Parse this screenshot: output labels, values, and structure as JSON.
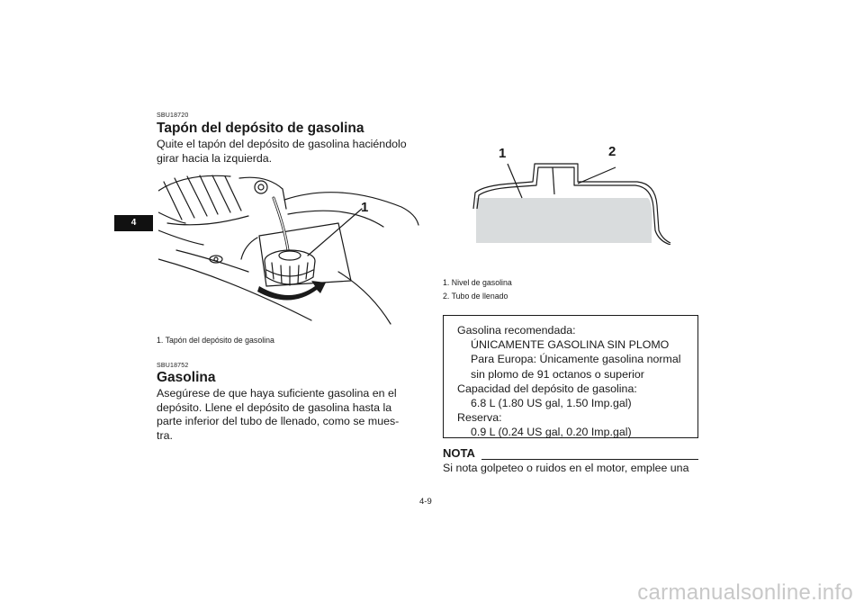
{
  "chapter_tab": "4",
  "section1": {
    "code": "SBU18720",
    "title": "Tapón del depósito de gasolina",
    "body": [
      "Quite el tapón del depósito de gasolina haciéndolo",
      "girar hacia la izquierda."
    ],
    "figure_label": "1",
    "caption": "1.  Tapón del depósito de gasolina"
  },
  "section2": {
    "code": "SBU18752",
    "title": "Gasolina",
    "body": [
      "Asegúrese de que haya suficiente gasolina en el",
      "depósito. Llene el depósito de gasolina hasta la",
      "parte inferior del tubo de llenado, como se mues-",
      "tra."
    ]
  },
  "tank_figure": {
    "labels": [
      "1",
      "2"
    ],
    "captions": [
      "1.  Nivel de gasolina",
      "2.  Tubo de llenado"
    ],
    "colors": {
      "fuel": "#d9dcdd"
    }
  },
  "spec_box": {
    "rows": [
      {
        "text": "Gasolina recomendada:",
        "indent": false
      },
      {
        "text": "ÚNICAMENTE GASOLINA SIN PLOMO",
        "indent": true
      },
      {
        "text": "Para Europa: Únicamente gasolina normal",
        "indent": true
      },
      {
        "text": "sin plomo de 91 octanos o superior",
        "indent": true
      },
      {
        "text": "Capacidad del depósito de gasolina:",
        "indent": false
      },
      {
        "text": "6.8 L (1.80 US gal, 1.50 Imp.gal)",
        "indent": true
      },
      {
        "text": "Reserva:",
        "indent": false
      },
      {
        "text": "0.9 L (0.24 US gal, 0.20 Imp.gal)",
        "indent": true
      }
    ]
  },
  "nota": {
    "label": "NOTA",
    "body": "Si nota golpeteo o ruidos en el motor, emplee una"
  },
  "page_number": "4-9",
  "watermark": "carmanualsonline.info"
}
